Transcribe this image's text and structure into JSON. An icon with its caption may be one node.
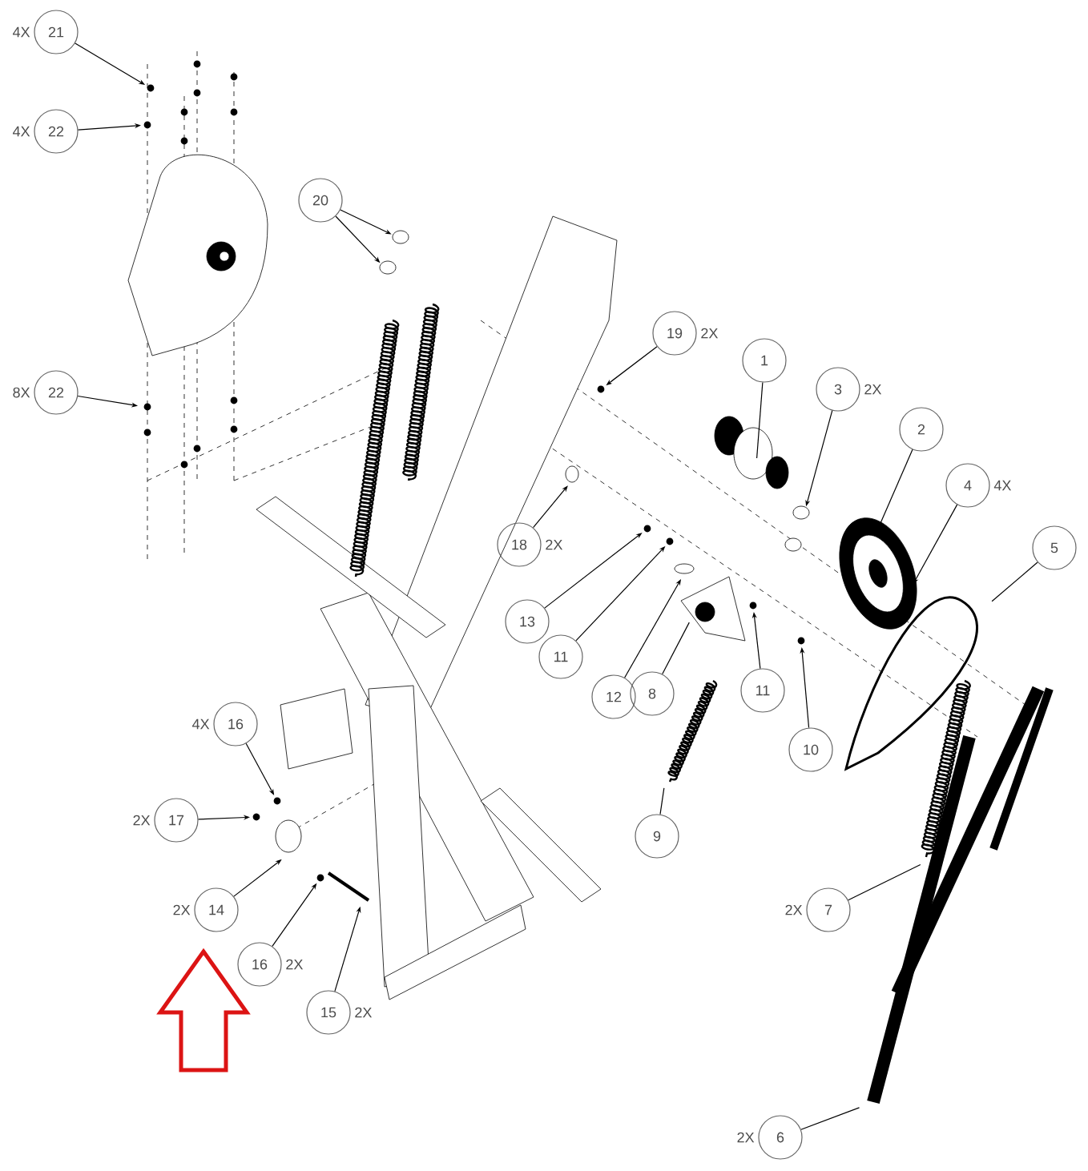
{
  "diagram": {
    "nodes": [
      {
        "text": [
          "21"
        ],
        "beside": [
          "4X"
        ]
      },
      {
        "text": [
          "22"
        ],
        "beside": [
          "4X"
        ]
      },
      {
        "text": [
          "20"
        ]
      },
      {
        "text": [
          "22"
        ],
        "beside": [
          "8X"
        ]
      },
      {
        "text": [
          "19"
        ],
        "beside": [
          "2X"
        ]
      },
      {
        "text": [
          "1"
        ]
      },
      {
        "text": [
          "3"
        ],
        "beside": [
          "2X"
        ]
      },
      {
        "text": [
          "2"
        ]
      },
      {
        "text": [
          "4"
        ],
        "beside": [
          "4X"
        ]
      },
      {
        "text": [
          "5"
        ]
      },
      {
        "text": [
          "18"
        ],
        "beside": [
          "2X"
        ]
      },
      {
        "text": [
          "13"
        ]
      },
      {
        "text": [
          "11"
        ]
      },
      {
        "text": [
          "12"
        ]
      },
      {
        "text": [
          "8"
        ]
      },
      {
        "text": [
          "11"
        ]
      },
      {
        "text": [
          "10"
        ]
      },
      {
        "text": [
          "9"
        ]
      },
      {
        "text": [
          "16"
        ],
        "beside": [
          "4X"
        ]
      },
      {
        "text": [
          "17"
        ],
        "beside": [
          "2X"
        ]
      },
      {
        "text": [
          "14"
        ],
        "beside": [
          "2X"
        ]
      },
      {
        "text": [
          "16"
        ],
        "beside": [
          "2X"
        ]
      },
      {
        "text": [
          "15"
        ],
        "beside": [
          "2X"
        ]
      },
      {
        "text": [
          "7"
        ],
        "beside": [
          "2X"
        ]
      },
      {
        "text": [
          "6"
        ],
        "beside": [
          "2X"
        ]
      }
    ],
    "edges": [
      {
        "from": 0,
        "to": null,
        "arrow": "to"
      },
      {
        "from": 1,
        "to": null,
        "arrow": "to"
      },
      {
        "from": 2,
        "to": null,
        "arrow": "to"
      },
      {
        "from": 2,
        "to": null,
        "arrow": "to"
      },
      {
        "from": 3,
        "to": null,
        "arrow": "to"
      },
      {
        "from": 4,
        "to": null,
        "arrow": "to"
      },
      {
        "from": 5,
        "to": null,
        "arrow": "none"
      },
      {
        "from": 6,
        "to": null,
        "arrow": "to"
      },
      {
        "from": 7,
        "to": null,
        "arrow": "none"
      },
      {
        "from": 8,
        "to": null,
        "arrow": "to"
      },
      {
        "from": 9,
        "to": null,
        "arrow": "none"
      },
      {
        "from": 10,
        "to": null,
        "arrow": "to"
      },
      {
        "from": 11,
        "to": null,
        "arrow": "to"
      },
      {
        "from": 12,
        "to": null,
        "arrow": "to"
      },
      {
        "from": 13,
        "to": null,
        "arrow": "to"
      },
      {
        "from": 14,
        "to": null,
        "arrow": "none"
      },
      {
        "from": 15,
        "to": null,
        "arrow": "to"
      },
      {
        "from": 16,
        "to": null,
        "arrow": "to"
      },
      {
        "from": 17,
        "to": null,
        "arrow": "none"
      },
      {
        "from": 18,
        "to": null,
        "arrow": "to"
      },
      {
        "from": 19,
        "to": null,
        "arrow": "to"
      },
      {
        "from": 20,
        "to": null,
        "arrow": "to"
      },
      {
        "from": 21,
        "to": null,
        "arrow": "to"
      },
      {
        "from": 22,
        "to": null,
        "arrow": "to"
      },
      {
        "from": 23,
        "to": null,
        "arrow": "none"
      },
      {
        "from": 24,
        "to": null,
        "arrow": "none"
      }
    ]
  }
}
